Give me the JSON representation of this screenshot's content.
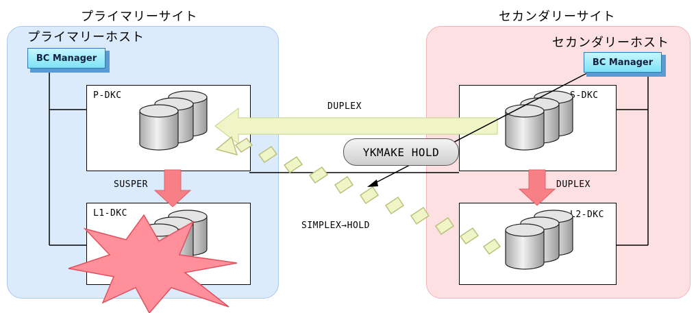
{
  "primary_site": {
    "title": "プライマリーサイト",
    "host": "プライマリーホスト"
  },
  "secondary_site": {
    "title": "セカンダリーサイト",
    "host": "セカンダリーホスト"
  },
  "bc_manager": {
    "label": "BC Manager"
  },
  "storage": {
    "p_dkc": "P-DKC",
    "l1_dkc": "L1-DKC",
    "s_dkc": "S-DKC",
    "l2_dkc": "L2-DKC"
  },
  "states": {
    "duplex_top": "DUPLEX",
    "susper": "SUSPER",
    "duplex_right": "DUPLEX",
    "simplex_hold": "SIMPLEX→HOLD"
  },
  "command": {
    "label": "YKMAKE HOLD"
  },
  "colors": {
    "primary_bg": "#dcebfb",
    "secondary_bg": "#fde0e2",
    "arrow_fill": "#f0f5c8",
    "down_arrow": "#f77f86",
    "burst": "#ff8f9a"
  }
}
